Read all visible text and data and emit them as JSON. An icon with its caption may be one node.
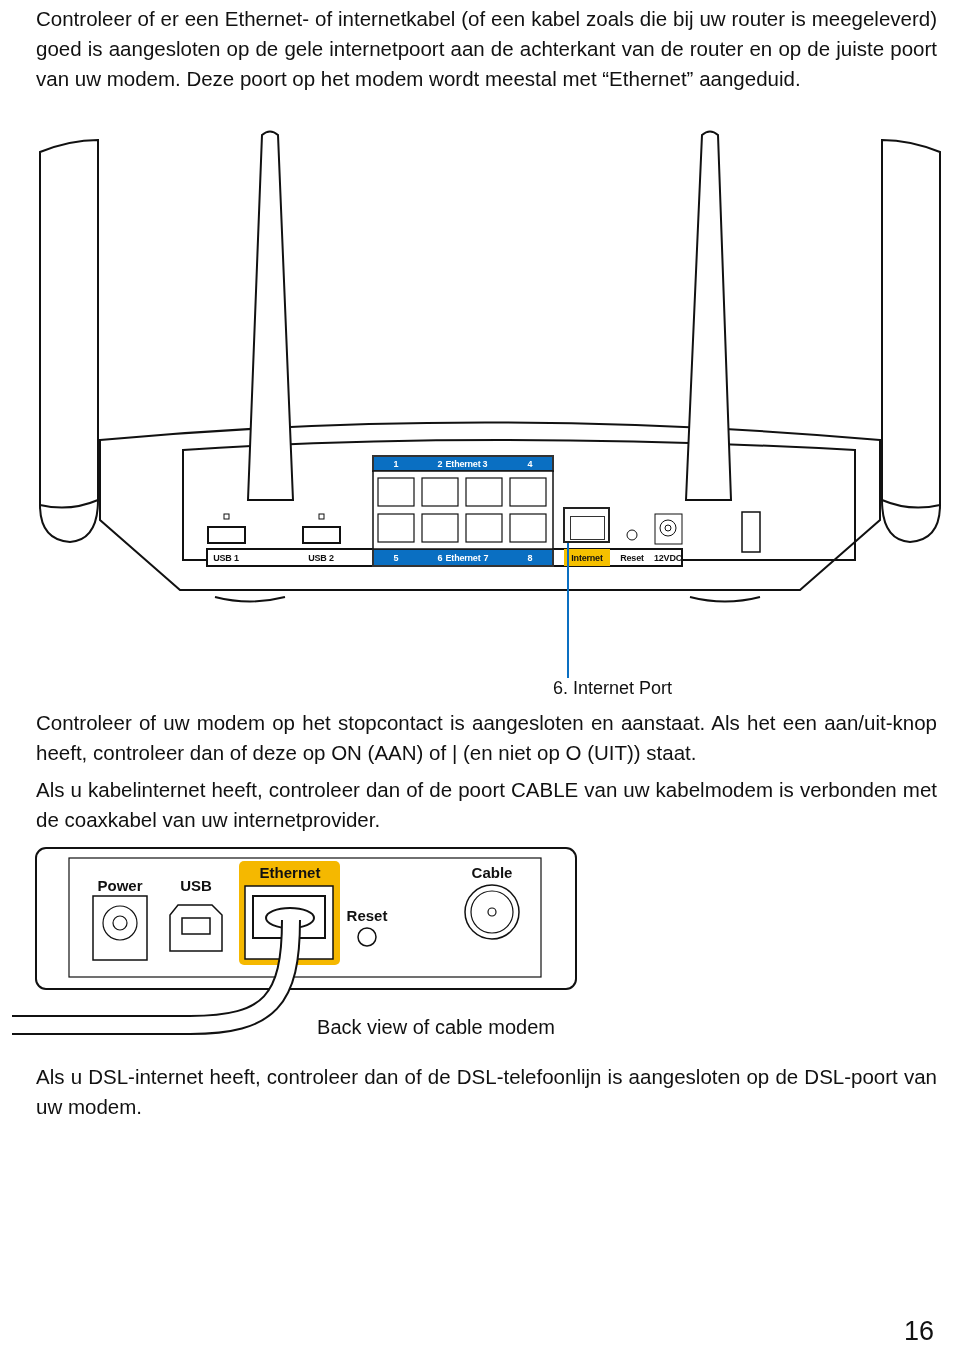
{
  "diagram": {
    "nodes": [
      {
        "text": [
          "6. Internet Port"
        ]
      },
      {
        "text": [],
        "shape": "box"
      }
    ],
    "edges": [
      {
        "from": 0,
        "to": 1,
        "arrow": "none"
      }
    ],
    "labels": [
      "Controleer of er een Ethernet- of internetkabel (of een kabel zoals die bij uw router is meegeleverd) goed is aangesloten op de gele internetpoort aan de achterkant van de router en op de juiste poort van uw modem. Deze poort op het modem wordt meestal met “Ethernet” aangeduid.",
      "1",
      "2",
      "Ethernet",
      "3",
      "4",
      "USB 1",
      "USB 2",
      "5",
      "6",
      "Ethernet",
      "7",
      "8",
      "Internet",
      "Reset",
      "12VDC",
      "Controleer of uw modem op het stopcontact is aangesloten en aanstaat. Als het een aan/uit-knop heeft, controleer dan of deze op ON (AAN) of | (en niet op O (UIT)) staat.",
      "Als u kabelinternet heeft, controleer dan of de poort CABLE van uw kabelmodem is verbonden met de coaxkabel van uw internetprovider.",
      "Power",
      "USB",
      "Ethernet",
      "Reset",
      "Cable",
      "Back view of cable modem",
      "Als u DSL-internet heeft, controleer dan of de DSL-telefoonlijn is aangesloten op de DSL-poort van uw modem.",
      "16"
    ]
  }
}
